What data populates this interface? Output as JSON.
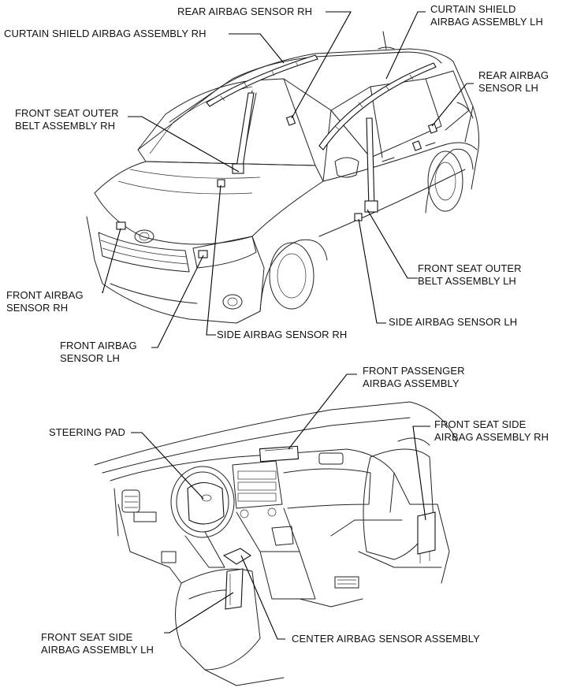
{
  "labels": {
    "rear_airbag_sensor_rh": "REAR AIRBAG SENSOR RH",
    "curtain_shield_rh": "CURTAIN SHIELD AIRBAG ASSEMBLY RH",
    "curtain_shield_lh": [
      "CURTAIN SHIELD",
      "AIRBAG ASSEMBLY LH"
    ],
    "rear_airbag_sensor_lh": [
      "REAR AIRBAG",
      "SENSOR  LH"
    ],
    "front_seat_outer_belt_rh": [
      "FRONT SEAT OUTER",
      "BELT ASSEMBLY RH"
    ],
    "front_seat_outer_belt_lh": [
      "FRONT SEAT OUTER",
      "BELT ASSEMBLY LH"
    ],
    "front_airbag_sensor_rh": [
      "FRONT AIRBAG",
      "SENSOR  RH"
    ],
    "front_airbag_sensor_lh": [
      "FRONT AIRBAG",
      "SENSOR  LH"
    ],
    "side_airbag_sensor_rh": "SIDE AIRBAG SENSOR  RH",
    "side_airbag_sensor_lh": "SIDE AIRBAG SENSOR  LH",
    "front_passenger_airbag": [
      "FRONT PASSENGER",
      "AIRBAG ASSEMBLY"
    ],
    "steering_pad": "STEERING PAD",
    "front_seat_side_airbag_rh": [
      "FRONT SEAT SIDE",
      "AIRBAG ASSEMBLY RH"
    ],
    "front_seat_side_airbag_lh": [
      "FRONT SEAT SIDE",
      "AIRBAG ASSEMBLY LH"
    ],
    "center_airbag_sensor": "CENTER AIRBAG SENSOR ASSEMBLY"
  }
}
